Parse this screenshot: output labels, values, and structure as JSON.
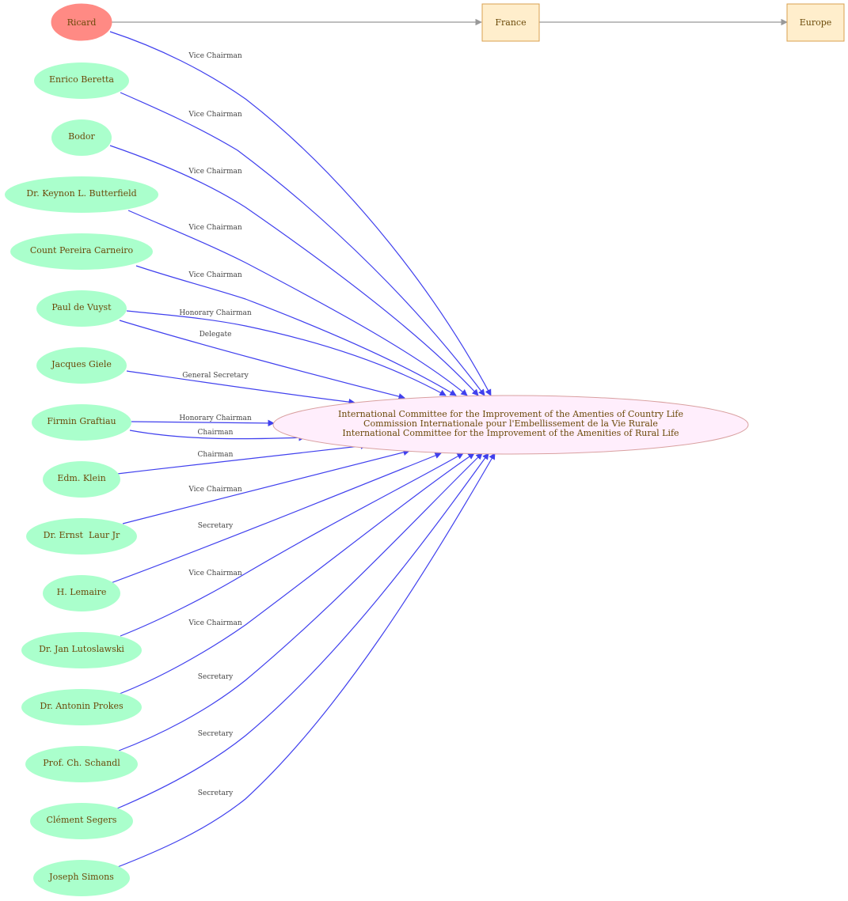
{
  "colors": {
    "person_fill": "#aaffcc",
    "ricard_fill": "#ff8a84",
    "org_fill": "#ffeefc",
    "org_stroke": "#d9a0a0",
    "place_fill": "#ffeecc",
    "place_stroke": "#d9a04f",
    "edge_blue": "#4040ee",
    "edge_gray": "#999999",
    "text_node": "#6b4a0a",
    "text_edge": "#444444"
  },
  "nodes": {
    "ricard": "Ricard",
    "france": "France",
    "europe": "Europe",
    "org": {
      "line1": "International Committee for the Improvement of the Amenties of Country Life",
      "line2": "Commission Internationale pour l'Embellissement de la Vie Rurale",
      "line3": "International Committee for the Improvement of the Amenities of Rural Life"
    },
    "people": [
      "Enrico Beretta",
      "Bodor",
      "Dr. Keynon L. Butterfield",
      "Count Pereira Carneiro",
      "Paul de Vuyst",
      "Jacques Giele",
      "Firmin Graftiau",
      "Edm. Klein",
      "Dr. Ernst  Laur Jr",
      "H. Lemaire",
      "Dr. Jan Lutoslawski",
      "Dr. Antonin Prokes",
      "Prof. Ch. Schandl",
      "Clément Segers",
      "Joseph Simons"
    ]
  },
  "edges": {
    "ricard": "Vice Chairman",
    "beretta": "Vice Chairman",
    "bodor": "Vice Chairman",
    "butterfield": "Vice Chairman",
    "carneiro": "Vice Chairman",
    "devuyst_1": "Honorary Chairman",
    "devuyst_2": "Delegate",
    "giele": "General Secretary",
    "graftiau_1": "Honorary Chairman",
    "graftiau_2": "Chairman",
    "klein": "Chairman",
    "laur": "Vice Chairman",
    "lemaire": "Secretary",
    "lutoslawski": "Vice Chairman",
    "prokes": "Vice Chairman",
    "schandl": "Secretary",
    "segers": "Secretary",
    "simons": "Secretary"
  }
}
